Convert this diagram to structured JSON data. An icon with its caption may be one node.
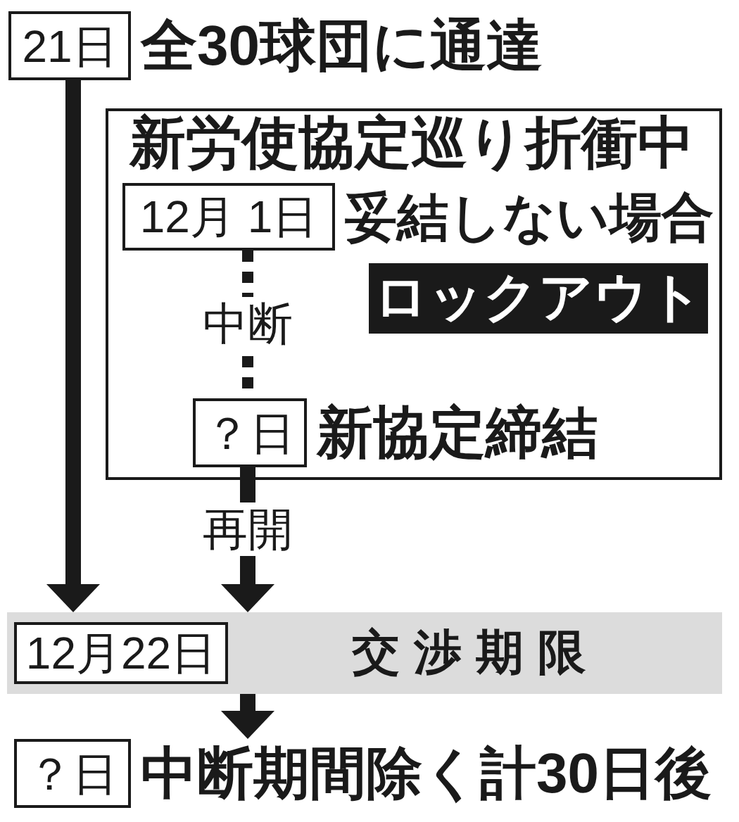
{
  "diagram": {
    "nodes": [
      {
        "text": [
          "21日"
        ],
        "beside": [
          "全30球団に通達"
        ]
      },
      {
        "text": [
          "新労使協定巡り折衝中"
        ]
      },
      {
        "text": [
          "12月 1日"
        ],
        "beside": [
          "妥結しない場合"
        ],
        "in": 1
      },
      {
        "text": [
          "ロックアウト"
        ],
        "in": 1
      },
      {
        "text": [
          "？日"
        ],
        "beside": [
          "新協定締結"
        ],
        "in": 1
      },
      {
        "text": [
          "交渉期限"
        ]
      },
      {
        "text": [
          "12月22日"
        ],
        "in": 5
      },
      {
        "text": [
          "？日"
        ],
        "beside": [
          "中断期間除く計30日後"
        ]
      }
    ],
    "edges": [
      {
        "from": 0,
        "to": 5,
        "arrow": "to"
      },
      {
        "from": 2,
        "to": 4,
        "arrow": "none",
        "label": "中断",
        "style": "dashed"
      },
      {
        "from": 4,
        "to": 5,
        "arrow": "to",
        "label": "再開"
      },
      {
        "from": 5,
        "to": 7,
        "arrow": "to"
      }
    ]
  }
}
